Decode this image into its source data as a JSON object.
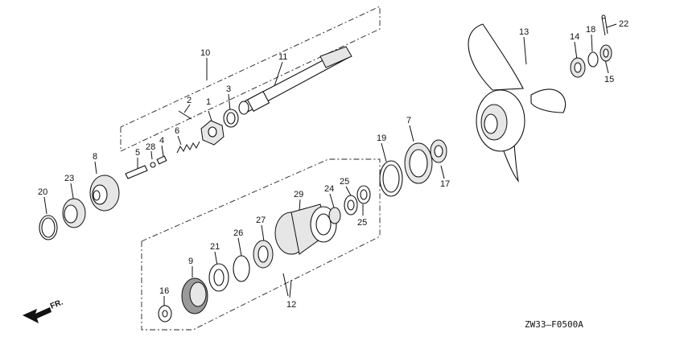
{
  "diagram": {
    "labels": {
      "p1": "1",
      "p2": "2",
      "p3": "3",
      "p4": "4",
      "p5": "5",
      "p6": "6",
      "p7": "7",
      "p8": "8",
      "p9": "9",
      "p10": "10",
      "p11": "11",
      "p12": "12",
      "p13": "13",
      "p14": "14",
      "p15": "15",
      "p16": "16",
      "p17": "17",
      "p18": "18",
      "p19": "19",
      "p20": "20",
      "p21": "21",
      "p22": "22",
      "p23": "23",
      "p24": "24",
      "p25a": "25",
      "p25b": "25",
      "p26": "26",
      "p27": "27",
      "p28": "28",
      "p29": "29"
    },
    "direction_label": "FR.",
    "drawing_code": "ZW33—F0500A"
  }
}
